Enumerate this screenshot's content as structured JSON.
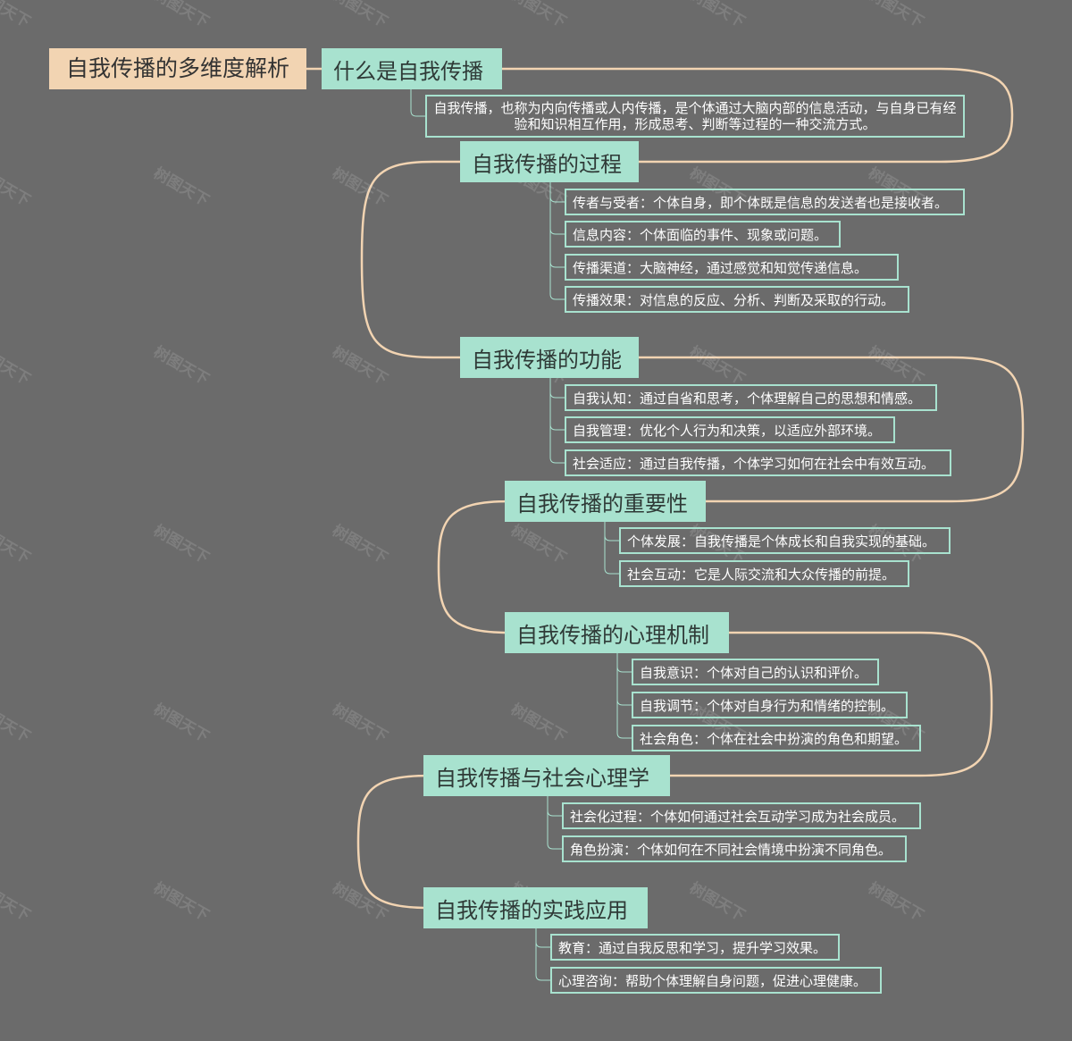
{
  "root": {
    "label": "自我传播的多维度解析"
  },
  "colors": {
    "background": "#6b6b6b",
    "root_fill": "#f2d4b2",
    "topic_fill": "#a8e2cf",
    "curve": "#f2d4b2",
    "leaf_border": "#a8e2cf",
    "leaf_text": "#ffffff"
  },
  "watermark": {
    "text": "树图天下"
  },
  "topics": [
    {
      "label": "什么是自我传播",
      "items": [
        "自我传播，也称为内向传播或人内传播，是个体通过大脑内部的信息活动，与自身已有经验和知识相互作用，形成思考、判断等过程的一种交流方式。"
      ]
    },
    {
      "label": "自我传播的过程",
      "items": [
        "传者与受者：个体自身，即个体既是信息的发送者也是接收者。",
        "信息内容：个体面临的事件、现象或问题。",
        "传播渠道：大脑神经，通过感觉和知觉传递信息。",
        "传播效果：对信息的反应、分析、判断及采取的行动。"
      ]
    },
    {
      "label": "自我传播的功能",
      "items": [
        "自我认知：通过自省和思考，个体理解自己的思想和情感。",
        "自我管理：优化个人行为和决策，以适应外部环境。",
        "社会适应：通过自我传播，个体学习如何在社会中有效互动。"
      ]
    },
    {
      "label": "自我传播的重要性",
      "items": [
        "个体发展：自我传播是个体成长和自我实现的基础。",
        "社会互动：它是人际交流和大众传播的前提。"
      ]
    },
    {
      "label": "自我传播的心理机制",
      "items": [
        "自我意识：个体对自己的认识和评价。",
        "自我调节：个体对自身行为和情绪的控制。",
        "社会角色：个体在社会中扮演的角色和期望。"
      ]
    },
    {
      "label": "自我传播与社会心理学",
      "items": [
        "社会化过程：个体如何通过社会互动学习成为社会成员。",
        "角色扮演：个体如何在不同社会情境中扮演不同角色。"
      ]
    },
    {
      "label": "自我传播的实践应用",
      "items": [
        "教育：通过自我反思和学习，提升学习效果。",
        "心理咨询：帮助个体理解自身问题，促进心理健康。"
      ]
    }
  ]
}
